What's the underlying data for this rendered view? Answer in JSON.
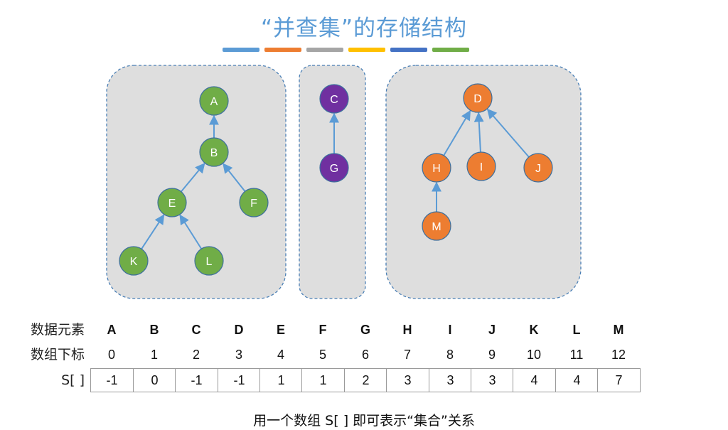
{
  "title": "“并查集”的存储结构",
  "color_bars": [
    "#5b9bd5",
    "#ed7d31",
    "#a5a5a5",
    "#ffc000",
    "#4472c4",
    "#70ad47"
  ],
  "groups": [
    {
      "color": "#70ad47",
      "nodes": [
        "A",
        "B",
        "E",
        "F",
        "K",
        "L"
      ],
      "edges": [
        [
          "B",
          "A"
        ],
        [
          "E",
          "B"
        ],
        [
          "F",
          "B"
        ],
        [
          "K",
          "E"
        ],
        [
          "L",
          "E"
        ]
      ]
    },
    {
      "color": "#7030a0",
      "nodes": [
        "C",
        "G"
      ],
      "edges": [
        [
          "G",
          "C"
        ]
      ]
    },
    {
      "color": "#ed7d31",
      "nodes": [
        "D",
        "H",
        "I",
        "J",
        "M"
      ],
      "edges": [
        [
          "H",
          "D"
        ],
        [
          "I",
          "D"
        ],
        [
          "J",
          "D"
        ],
        [
          "M",
          "H"
        ]
      ]
    }
  ],
  "table": {
    "row_labels": {
      "element": "数据元素",
      "index": "数组下标",
      "s": "S[ ]"
    },
    "elements": [
      "A",
      "B",
      "C",
      "D",
      "E",
      "F",
      "G",
      "H",
      "I",
      "J",
      "K",
      "L",
      "M"
    ],
    "indices": [
      "0",
      "1",
      "2",
      "3",
      "4",
      "5",
      "6",
      "7",
      "8",
      "9",
      "10",
      "11",
      "12"
    ],
    "s_values": [
      "-1",
      "0",
      "-1",
      "-1",
      "1",
      "1",
      "2",
      "3",
      "3",
      "3",
      "4",
      "4",
      "7"
    ]
  },
  "caption": "用一个数组 S[ ] 即可表示“集合”关系"
}
